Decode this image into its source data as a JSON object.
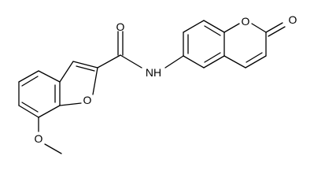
{
  "molecule": {
    "atom_labels": {
      "amide_oxygen": "O",
      "amide_nitrogen": "NH",
      "furan_oxygen": "O",
      "ether_oxygen": "O",
      "pyranone_ring_oxygen": "O",
      "carbonyl_oxygen": "O"
    }
  }
}
